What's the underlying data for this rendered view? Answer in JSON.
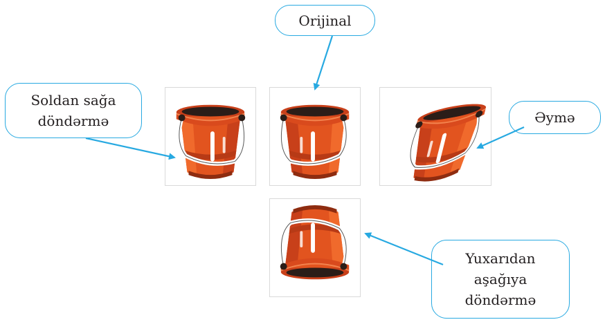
{
  "labels": {
    "original": "Orijinal",
    "flip_horizontal": "Soldan sağa\ndöndərmə",
    "skew": "Əymə",
    "flip_vertical": "Yuxarıdan\naşağıya\ndöndərmə"
  },
  "colors": {
    "callout_border": "#27a9e1",
    "arrow": "#27a9e1",
    "bucket_body": "#e2541f",
    "bucket_rim": "#c8401a",
    "bucket_dark": "#2b1d18",
    "highlight": "#ffffff",
    "frame_border": "#d9d9d9"
  }
}
